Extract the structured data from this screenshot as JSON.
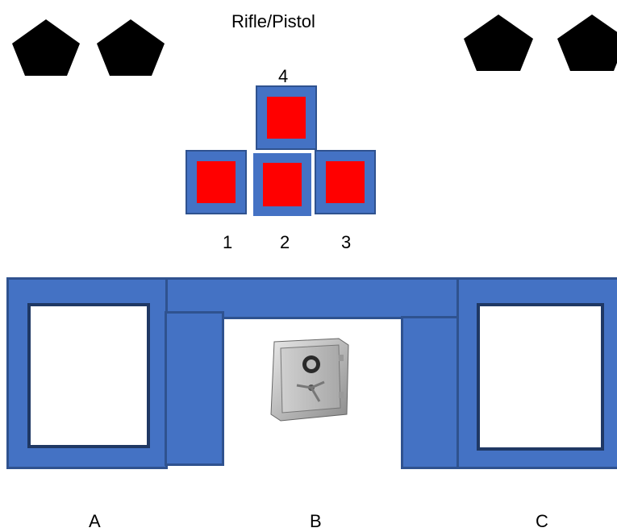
{
  "title": "Rifle/Pistol",
  "targets": {
    "top_label": "4",
    "bottom_labels": [
      "1",
      "2",
      "3"
    ]
  },
  "stations": [
    "A",
    "B",
    "C"
  ],
  "icons": {
    "marker": "pentagon-icon",
    "safe": "safe-icon"
  },
  "colors": {
    "frame_blue": "#4472c4",
    "frame_border": "#2f528f",
    "target_red": "#ff0000",
    "marker_black": "#000000"
  }
}
